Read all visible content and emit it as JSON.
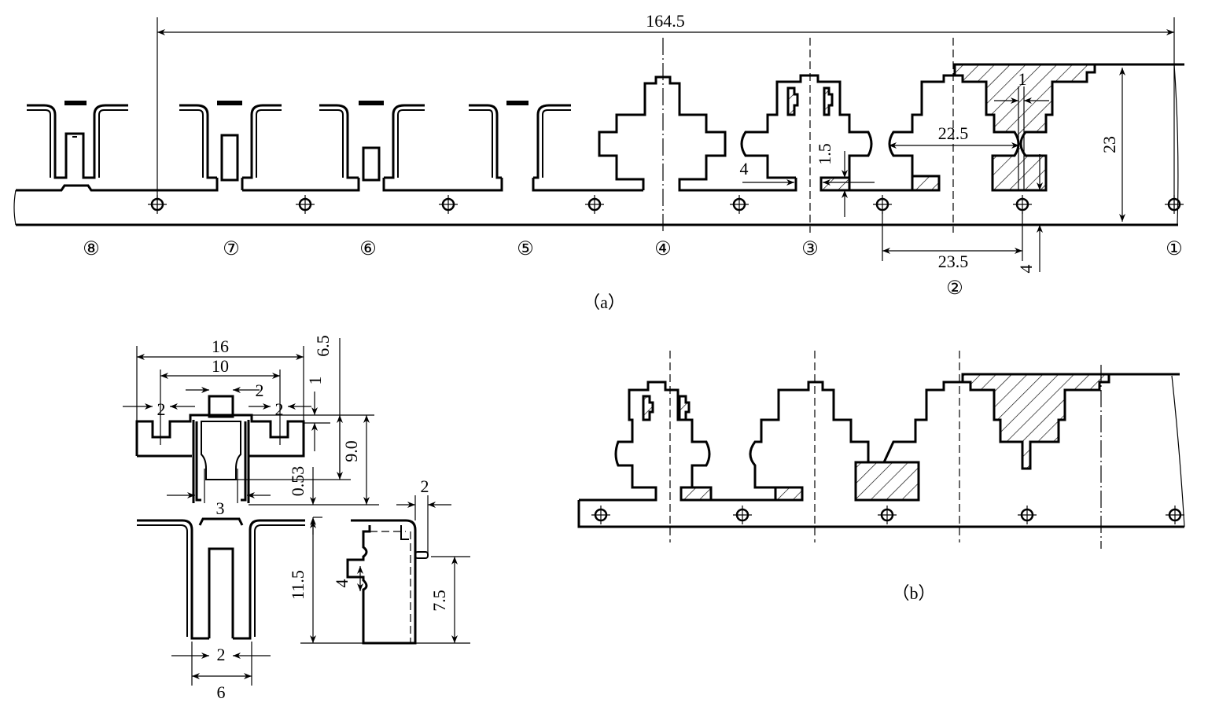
{
  "figure": {
    "part_a": {
      "caption": "（a）",
      "station_labels": [
        "⑧",
        "⑦",
        "⑥",
        "⑤",
        "④",
        "③",
        "②",
        "①"
      ],
      "dimensions": {
        "overall_pitch": "164.5",
        "strip_width": "23",
        "slot_width": "22.5",
        "pitch": "23.5",
        "bridge": "1",
        "offset_4a": "4",
        "offset_1_5": "1.5",
        "offset_4b": "4"
      }
    },
    "part_b": {
      "caption": "（b）"
    },
    "detail": {
      "dimensions": {
        "width_16": "16",
        "width_10": "10",
        "tab_2_center": "2",
        "tab_2_left": "2",
        "tab_2_right": "2",
        "height_1": "1",
        "height_6_5": "6.5",
        "height_9_0": "9.0",
        "gap_0_53": "0.53",
        "width_3": "3",
        "height_11_5": "11.5",
        "slot_2": "2",
        "width_6": "6",
        "notch_4": "4",
        "lip_2": "2",
        "height_7_5": "7.5"
      }
    }
  }
}
